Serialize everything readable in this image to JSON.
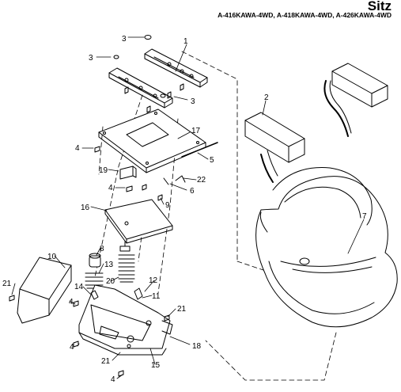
{
  "header": {
    "title": "Sitz",
    "models": "A-416KAWA-4WD, A-418KAWA-4WD, A-426KAWA-4WD"
  },
  "callouts": [
    {
      "id": "c1",
      "label": "1"
    },
    {
      "id": "c2",
      "label": "2"
    },
    {
      "id": "c3a",
      "label": "3"
    },
    {
      "id": "c3b",
      "label": "3"
    },
    {
      "id": "c3c",
      "label": "3"
    },
    {
      "id": "c4a",
      "label": "4"
    },
    {
      "id": "c4b",
      "label": "4"
    },
    {
      "id": "c4c",
      "label": "4"
    },
    {
      "id": "c4d",
      "label": "4"
    },
    {
      "id": "c4e",
      "label": "4"
    },
    {
      "id": "c5",
      "label": "5"
    },
    {
      "id": "c6",
      "label": "6"
    },
    {
      "id": "c7",
      "label": "7"
    },
    {
      "id": "c8",
      "label": "8"
    },
    {
      "id": "c9",
      "label": "9"
    },
    {
      "id": "c10",
      "label": "10"
    },
    {
      "id": "c11",
      "label": "11"
    },
    {
      "id": "c12",
      "label": "12"
    },
    {
      "id": "c13",
      "label": "13"
    },
    {
      "id": "c14",
      "label": "14"
    },
    {
      "id": "c15",
      "label": "15"
    },
    {
      "id": "c16",
      "label": "16"
    },
    {
      "id": "c17",
      "label": "17"
    },
    {
      "id": "c18",
      "label": "18"
    },
    {
      "id": "c19",
      "label": "19"
    },
    {
      "id": "c20",
      "label": "20"
    },
    {
      "id": "c21a",
      "label": "21"
    },
    {
      "id": "c21b",
      "label": "21"
    },
    {
      "id": "c21c",
      "label": "21"
    },
    {
      "id": "c22",
      "label": "22"
    }
  ],
  "colors": {
    "line": "#000000",
    "fill": "#ffffff",
    "shade": "#d8d8d8"
  }
}
